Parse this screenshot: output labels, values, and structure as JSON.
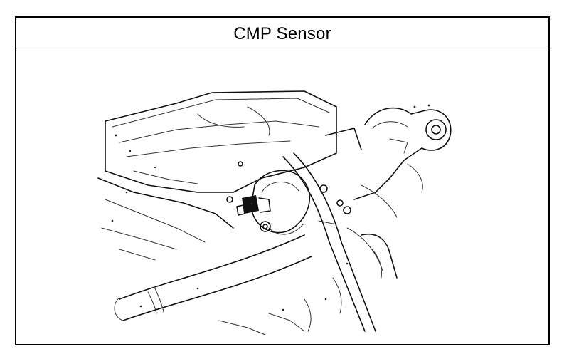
{
  "title": "CMP Sensor",
  "illustration": {
    "subject": "engine-bay-line-drawing",
    "highlight": "cmp-sensor"
  }
}
